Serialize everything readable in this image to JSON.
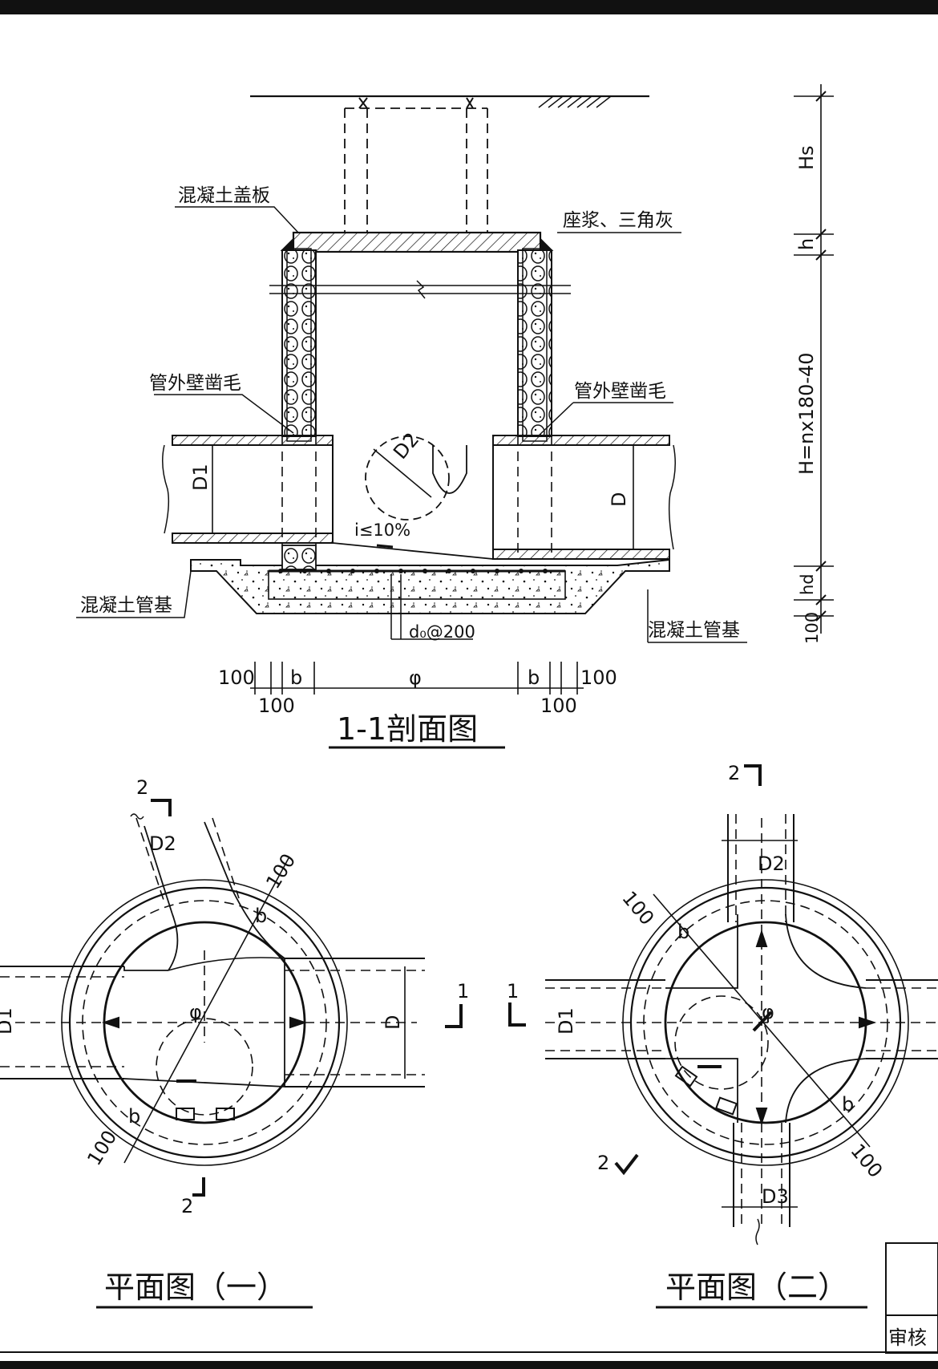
{
  "section": {
    "title": "1-1剖面图",
    "labels": {
      "cover_slab": "混凝土盖板",
      "mortar": "座浆、三角灰",
      "chisel_left": "管外壁凿毛",
      "chisel_right": "管外壁凿毛",
      "base_left": "混凝土管基",
      "base_right": "混凝土管基",
      "slope": "i≤10%",
      "rebar": "d₀@200",
      "pipe_d1": "D1",
      "pipe_d": "D",
      "pipe_d2": "D2"
    },
    "dimensions": {
      "hs": "Hs",
      "h": "h",
      "H": "H=nx180-40",
      "hd": "hd",
      "base_100": "100",
      "bottom_100_l": "100",
      "bottom_b_l": "b",
      "bottom_phi": "φ",
      "bottom_b_r": "b",
      "bottom_100_r": "100",
      "bottom_sub_100_l": "100",
      "bottom_sub_100_r": "100"
    }
  },
  "plan1": {
    "title": "平面图（一）",
    "marks": {
      "top": "2",
      "bottom": "2",
      "right": "1"
    },
    "labels": {
      "d2": "D2",
      "d1": "D1",
      "d": "D",
      "phi": "φ",
      "b_top": "b",
      "b_bottom": "b",
      "dim_top": "100",
      "dim_bottom": "100"
    }
  },
  "plan2": {
    "title": "平面图（二）",
    "marks": {
      "top": "2",
      "bottom": "2",
      "left": "1"
    },
    "labels": {
      "d2": "D2",
      "d1": "D1",
      "d3": "D3",
      "phi": "φ",
      "b_top": "b",
      "b_bottom": "b",
      "dim_top": "100",
      "dim_bottom": "100"
    }
  },
  "titleblock": {
    "review": "审核"
  }
}
